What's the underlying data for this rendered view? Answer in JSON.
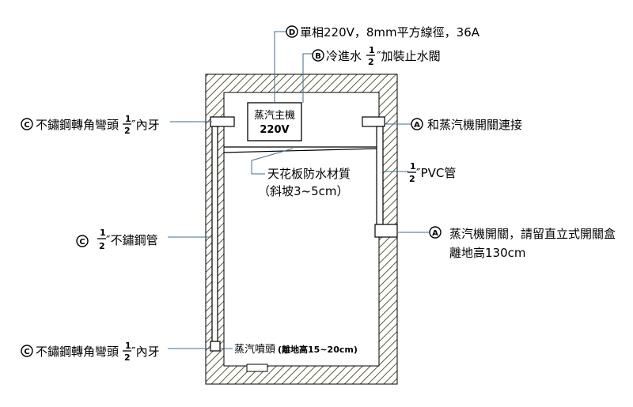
{
  "labels": {
    "d_power": {
      "marker": "D",
      "text": "單相220V，8mm平方線徑，36A"
    },
    "b_cold_water": {
      "marker": "B",
      "text_pre": "冷進水",
      "frac_num": "1",
      "frac_den": "2",
      "text_post": "″加裝止水閥"
    },
    "c_elbow_top": {
      "marker": "C",
      "text_pre": "不鏽鋼轉角彎頭",
      "frac_num": "1",
      "frac_den": "2",
      "text_post": "″內牙"
    },
    "a_connect": {
      "marker": "A",
      "text": "和蒸汽機開關連接"
    },
    "ceiling": {
      "line1": "天花板防水材質",
      "line2": "（斜坡3~5cm）"
    },
    "pvc": {
      "frac_num": "1",
      "frac_den": "2",
      "text_post": "″PVC管"
    },
    "a_switch": {
      "marker": "A",
      "line1": "蒸汽機開關，請留直立式開關盒",
      "line2": "離地高130cm"
    },
    "c_pipe": {
      "marker": "C",
      "frac_num": "1",
      "frac_den": "2",
      "text_post": "″不鏽鋼管"
    },
    "c_elbow_bottom": {
      "marker": "C",
      "text_pre": "不鏽鋼轉角彎頭",
      "frac_num": "1",
      "frac_den": "2",
      "text_post": "″內牙"
    },
    "nozzle": {
      "text": "蒸汽噴頭",
      "note": "(離地高15~20cm)"
    },
    "main_unit": {
      "line1": "蒸汽主機",
      "line2": "220V"
    }
  }
}
